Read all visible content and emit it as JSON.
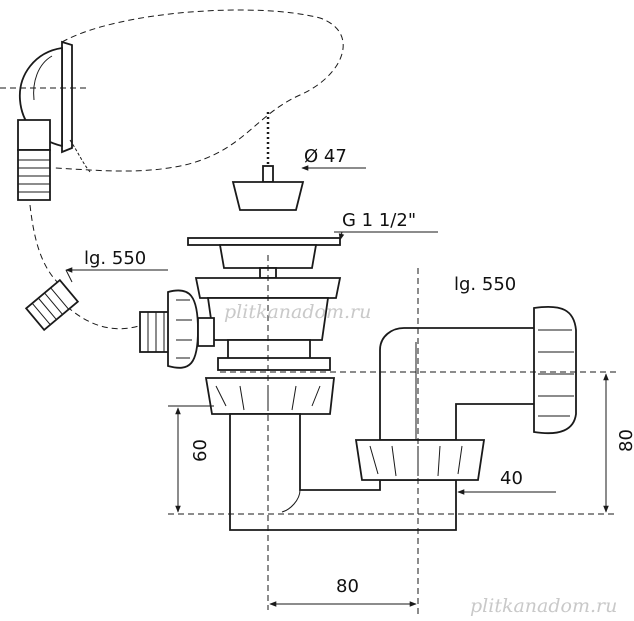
{
  "labels": {
    "chain_diameter": "Ø 47",
    "thread": "G 1 1/2\"",
    "overflow_length": "lg. 550",
    "outlet_length": "lg. 550",
    "height_60": "60",
    "offset_40": "40",
    "height_80": "80",
    "width_80": "80"
  },
  "watermarks": [
    "plitkanadom.ru",
    "plitkanadom.ru"
  ]
}
